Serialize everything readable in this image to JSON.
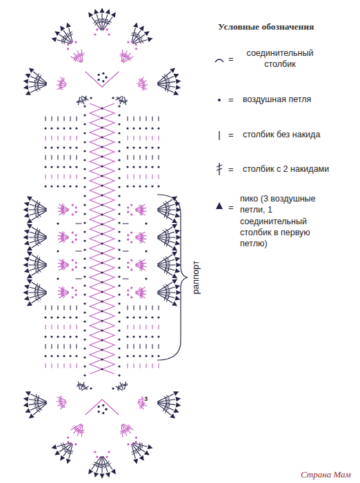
{
  "diagram": {
    "title": "Условные обозначения",
    "labels": [
      "=",
      "=",
      "=",
      "=",
      "=",
      "раппорт",
      "3",
      "Страна Мам"
    ],
    "legend": [
      {
        "text": "соединительный столбик"
      },
      {
        "text": "воздушная петля"
      },
      {
        "text": "столбик без накида"
      },
      {
        "text": "столбик с 2 накидами"
      },
      {
        "text": "пико (3 воздушные петли, 1 соединительный столбик в первую петлю)"
      }
    ]
  }
}
